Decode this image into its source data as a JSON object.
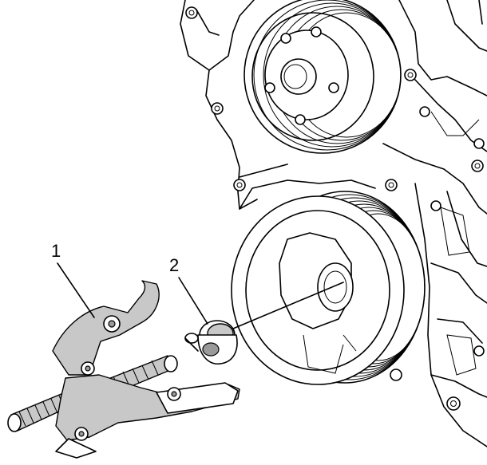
{
  "diagram": {
    "callouts": [
      {
        "id": "1",
        "label": "1",
        "refers_to": "puller"
      },
      {
        "id": "2",
        "label": "2",
        "refers_to": "adapter"
      }
    ]
  }
}
